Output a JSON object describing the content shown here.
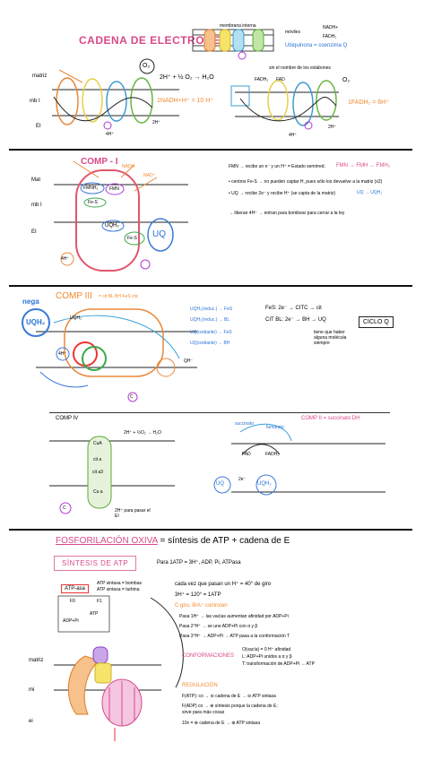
{
  "section1": {
    "title": "CADENA DE ELECTRONES",
    "legend_top": "membrana interna",
    "legend_mob": "móviles",
    "nadh_label": "NADH+",
    "fadh_label": "FADH₂",
    "ubiq_label": "Ubiquinona = coenzima Q",
    "rxn": "2H⁺ + ½ O₂ → H₂O",
    "nadh_sum": "1NADH+H⁺ = 10 H⁺",
    "fadh_sum": "1FADH₂ = 6H⁺",
    "mat": "matriz",
    "mbi": "mb I",
    "ei": "EI",
    "h4": "4H⁺",
    "h2": "2H⁺",
    "o2": "O₂",
    "fadh2": "FADH₂",
    "fad": "FAD",
    "sin_nombre": "sin el nombre de los eslabones"
  },
  "section2": {
    "title": "COMP - I",
    "nadh": "NADH",
    "nad": "NAD⁺",
    "fmn": "FMN",
    "fmnh": "FMNH₂",
    "fes": "Fe-S",
    "uqh": "UQH₂",
    "uq": "UQ",
    "h4": "4H⁺",
    "mat": "Mat",
    "mbi": "mb I",
    "ei": "EI",
    "notes": [
      "FMN → recibe un e⁻ y un H⁺ = Estado semirred.",
      "• centros Fe-S → no pueden captar H, pues sólo los devuelve a la matriz (x2)",
      "• UQ → recibe 2e⁻ y recibe H⁺ (se capta de la matriz)",
      "→ liberan 4H⁺ → entran para bombear para cerrar a la ley"
    ],
    "fmn_chain": "FMN → FMH → FMH₂",
    "uq_chain": "UQ → UQH₂"
  },
  "section3": {
    "title": "COMP III",
    "sub": "= cit BL BH   FeS   citc",
    "nega": "nega",
    "uqh": "UQH₂",
    "h4": "4H⁺",
    "c": "C",
    "left_list": [
      "UQH₂(reduc.) → FeS",
      "UQH₂(reduc.) → BL",
      "UQ(oxidante) → FeS",
      "UQ(oxidante) → BH"
    ],
    "fes_row": "FeS: 2e⁻ → CITC → cit",
    "cit_row": "CIT BL: 2e⁻ → BH → UQ",
    "note": "tiene que haber alguna molécula siempre",
    "ciclo": "CICLO Q",
    "qh": "QH⁻"
  },
  "section4": {
    "comp_iv": "COMP IV",
    "comp_ii": "COMP II = succinato DH",
    "cua": "CuA",
    "cua2": "Cu a",
    "cit_a": "cit a",
    "cit_a3": "cit a3",
    "rxn": "2H⁺ + ½O₂ → H₂O",
    "h2_bomb": "2H⁺ para pasar el EI",
    "c": "C",
    "succinato": "succinato",
    "fumarato": "fumarato",
    "fad": "FAD",
    "fadh": "FADH₂",
    "uq": "UQ",
    "uqh": "UQH₂",
    "e2": "2e⁻"
  },
  "section5": {
    "title": "FOSFORILACIÓN OXIVA",
    "title_rest": "= síntesis de ATP + cadena de E",
    "sintesis": "SÍNTESIS DE ATP",
    "para": "Para 1ATP = 3H⁺, ADP, Pi, ATPasa",
    "atp_left": "ATP-asa",
    "atp_lines": [
      "ATP sintasa = bombas",
      "ATP sintasa = turbina"
    ],
    "fo": "F0",
    "f1": "F1",
    "cada": "cada vez que pasan un H⁺ = 40° de giro",
    "h3": "3H⁺ = 120° = 1ATP",
    "control": "C giro, B/A⁺ controlan",
    "bullets": [
      "Pasa 1H⁺ → las vacías aumentan afinidad por ADP+Pi",
      "Pasa 2°H⁺ → se une ADP+Pi con α y β",
      "Pasa 3°H⁺ → ADP+Pi → ATP pasa a la conformación T"
    ],
    "conform": "CONFORMACIONES",
    "conf_items": [
      "O(vacía) = 0 H⁺ afinidad",
      "L: ADP+Pi unidos a α y β",
      "T: transformación de ADP+Pi → ATP"
    ],
    "reg": "REGULACIÓN",
    "reg_items": [
      "F(ATP): co → ⊖ cadena de E → ⊖ ATP sintasa",
      "F(ADP) co → ⊕ síntesis porque la cadena de E;",
      "sirve para más cosas"
    ],
    "bottom": "10x = ⊕ cadena de E → ⊕ ATP sintasa",
    "matriz": "matriz",
    "mi": "mi",
    "ei": "ei",
    "atp": "ATP",
    "adp": "ADP+Pi"
  }
}
